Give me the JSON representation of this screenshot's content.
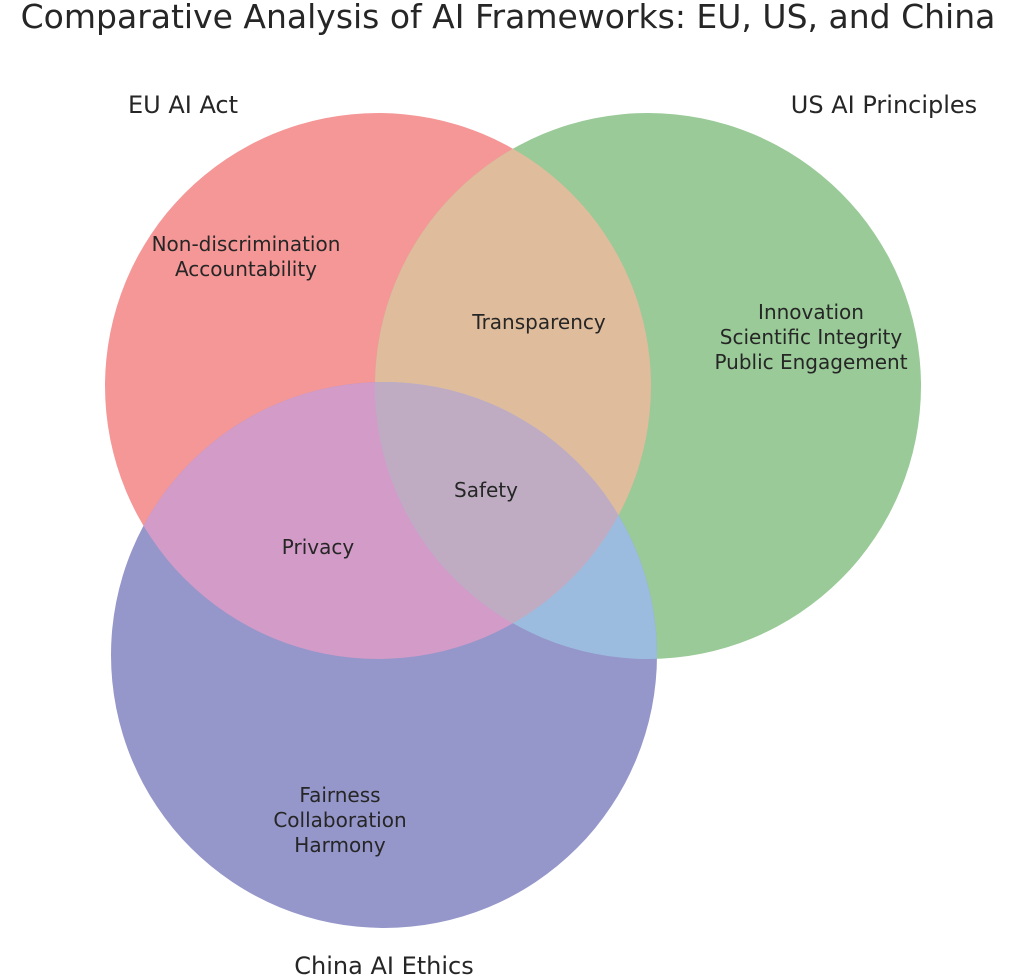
{
  "title": "Comparative Analysis of AI Frameworks: EU, US, and China",
  "sets": [
    {
      "id": "eu",
      "label": "EU AI Act",
      "color": "#f08080"
    },
    {
      "id": "us",
      "label": "US AI Principles",
      "color": "#7dbf7d"
    },
    {
      "id": "china",
      "label": "China AI Ethics",
      "color": "#7e7fc0"
    }
  ],
  "regions": {
    "eu_only": [
      "Non-discrimination",
      "Accountability"
    ],
    "us_only": [
      "Innovation",
      "Scientific Integrity",
      "Public Engagement"
    ],
    "china_only": [
      "Fairness",
      "Collaboration",
      "Harmony"
    ],
    "eu_us": [
      "Transparency"
    ],
    "eu_china": [
      "Privacy"
    ],
    "us_china": [],
    "all": [
      "Safety"
    ]
  }
}
